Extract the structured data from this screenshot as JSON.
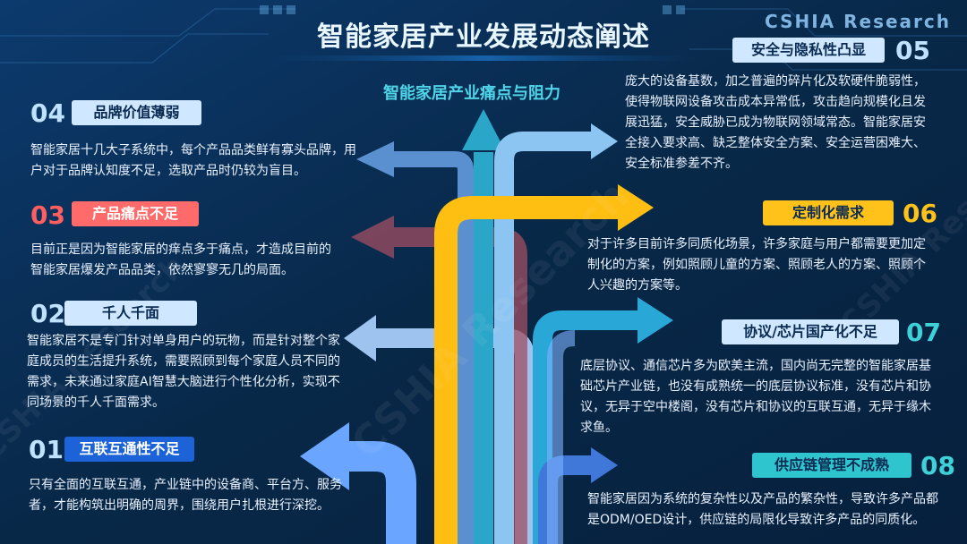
{
  "header": {
    "title": "智能家居产业发展动态阐述",
    "brand": "CSHIA Research"
  },
  "center_label": "智能家居产业痛点与阻力",
  "watermark": "CSHIA Research",
  "items": {
    "i01": {
      "num": "01",
      "tag": "互联互通性不足",
      "text": "只有全面的互联互通，产业链中的设备商、平台方、服务者，才能构筑出明确的周界，围绕用户扎根进行深挖。"
    },
    "i02": {
      "num": "02",
      "tag": "千人千面",
      "text": "智能家居不是专门针对单身用户的玩物，而是针对整个家庭成员的生活提升系统，需要照顾到每个家庭人员不同的需求，未来通过家庭AI智慧大脑进行个性化分析，实现不同场景的千人千面需求。"
    },
    "i03": {
      "num": "03",
      "tag": "产品痛点不足",
      "text": "目前正是因为智能家居的痒点多于痛点，才造成目前的智能家居爆发产品品类，依然寥寥无几的局面。"
    },
    "i04": {
      "num": "04",
      "tag": "品牌价值薄弱",
      "text": "智能家居十几大子系统中，每个产品品类鲜有寡头品牌，用户对于品牌认知度不足，选取产品时仍较为盲目。"
    },
    "i05": {
      "num": "05",
      "tag": "安全与隐私性凸显",
      "text": "庞大的设备基数，加之普遍的碎片化及软硬件脆弱性，使得物联网设备攻击成本异常低，攻击趋向规模化且发展迅猛，安全威胁已成为物联网领域常态。智能家居安全接入要求高、缺乏整体安全方案、安全运营困难大、安全标准参差不齐。"
    },
    "i06": {
      "num": "06",
      "tag": "定制化需求",
      "text": "对于许多目前许多同质化场景，许多家庭与用户都需要更加定制化的方案，例如照顾儿童的方案、照顾老人的方案、照顾个人兴趣的方案等。"
    },
    "i07": {
      "num": "07",
      "tag": "协议/芯片国产化不足",
      "text": "底层协议、通信芯片多为欧美主流，国内尚无完整的智能家居基础芯片产业链，也没有成熟统一的底层协议标准，没有芯片和协议，无异于空中楼阁，没有芯片和协议的互联互通，无异于缘木求鱼。"
    },
    "i08": {
      "num": "08",
      "tag": "供应链管理不成熟",
      "text": "智能家居因为系统的复杂性以及产品的繁杂性，导致许多产品都是ODM/OED设计，供应链的局限化导致许多产品的同质化。"
    }
  },
  "colors": {
    "background": "#0a2a52",
    "light_tag": "#cfe8ff",
    "red": "#ff6b6b",
    "blue": "#1b63d6",
    "yellow": "#ffc21a",
    "teal": "#2fc5cf",
    "title_text": "#e8f6ff",
    "center_label": "#4fd4e8"
  }
}
